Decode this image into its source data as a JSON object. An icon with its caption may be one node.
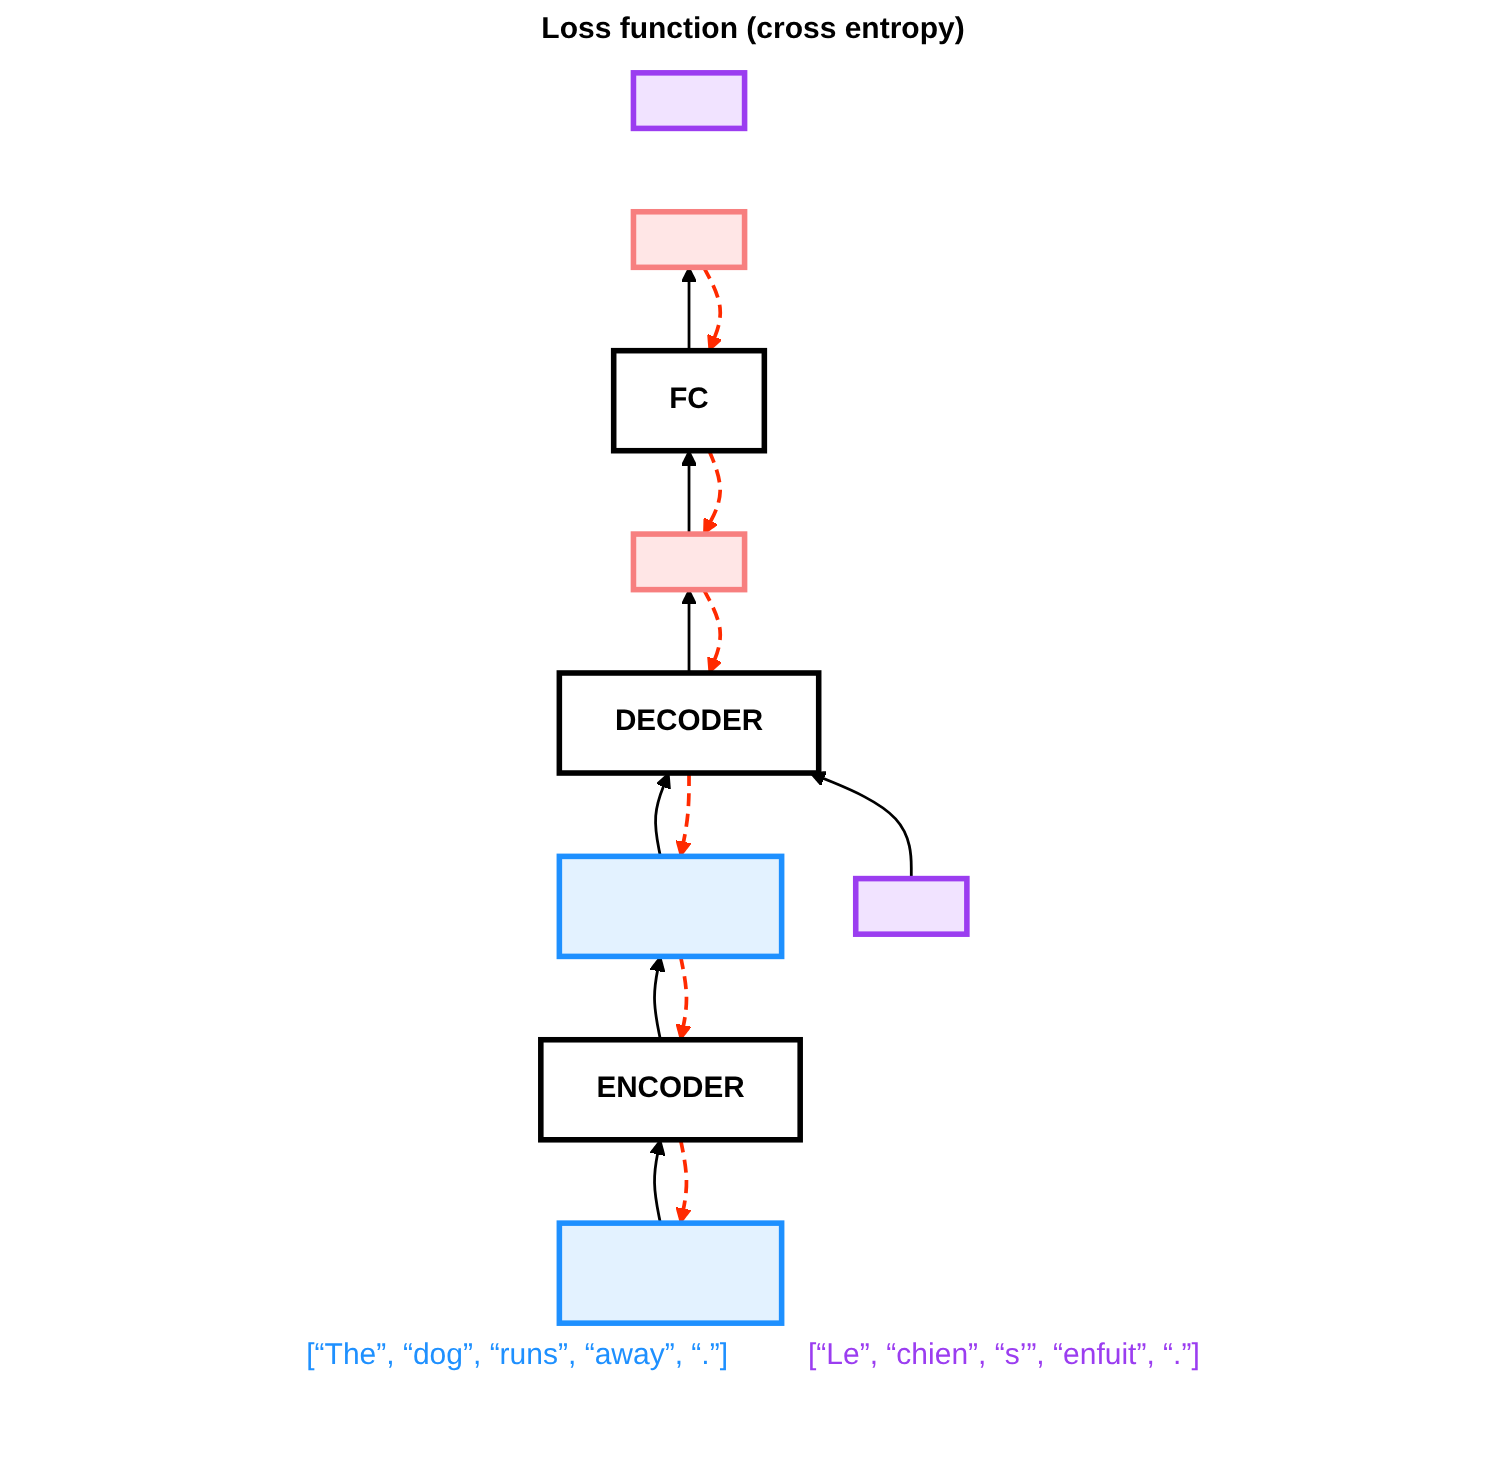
{
  "diagram": {
    "nodes": [
      {
        "text": [],
        "shape": "box"
      },
      {
        "text": [
          "ENCODER"
        ]
      },
      {
        "text": [],
        "shape": "box"
      },
      {
        "text": [
          "DECODER"
        ]
      },
      {
        "text": [],
        "shape": "box"
      },
      {
        "text": [],
        "shape": "box"
      },
      {
        "text": [
          "FC"
        ]
      },
      {
        "text": [],
        "shape": "box"
      },
      {
        "text": [],
        "shape": "box"
      }
    ],
    "edges": [
      {
        "from": 0,
        "to": 1,
        "arrow": "to"
      },
      {
        "from": 1,
        "to": 0,
        "arrow": "to",
        "style": "dashed",
        "color": "#ff2a00"
      },
      {
        "from": 1,
        "to": 2,
        "arrow": "to"
      },
      {
        "from": 2,
        "to": 1,
        "arrow": "to",
        "style": "dashed",
        "color": "#ff2a00"
      },
      {
        "from": 2,
        "to": 3,
        "arrow": "to"
      },
      {
        "from": 3,
        "to": 2,
        "arrow": "to",
        "style": "dashed",
        "color": "#ff2a00"
      },
      {
        "from": 4,
        "to": 3,
        "arrow": "to"
      },
      {
        "from": 3,
        "to": 5,
        "arrow": "to"
      },
      {
        "from": 5,
        "to": 3,
        "arrow": "to",
        "style": "dashed",
        "color": "#ff2a00"
      },
      {
        "from": 5,
        "to": 6,
        "arrow": "to"
      },
      {
        "from": 6,
        "to": 5,
        "arrow": "to",
        "style": "dashed",
        "color": "#ff2a00"
      },
      {
        "from": 6,
        "to": 7,
        "arrow": "to"
      },
      {
        "from": 7,
        "to": 6,
        "arrow": "to",
        "style": "dashed",
        "color": "#ff2a00"
      }
    ],
    "labels": [
      "Loss function (cross entropy)",
      "[“The”, “dog”, “runs”, “away”, “.”]",
      "[“Le”, “chien”, “s’”, “enfuit”, “.”]"
    ]
  }
}
